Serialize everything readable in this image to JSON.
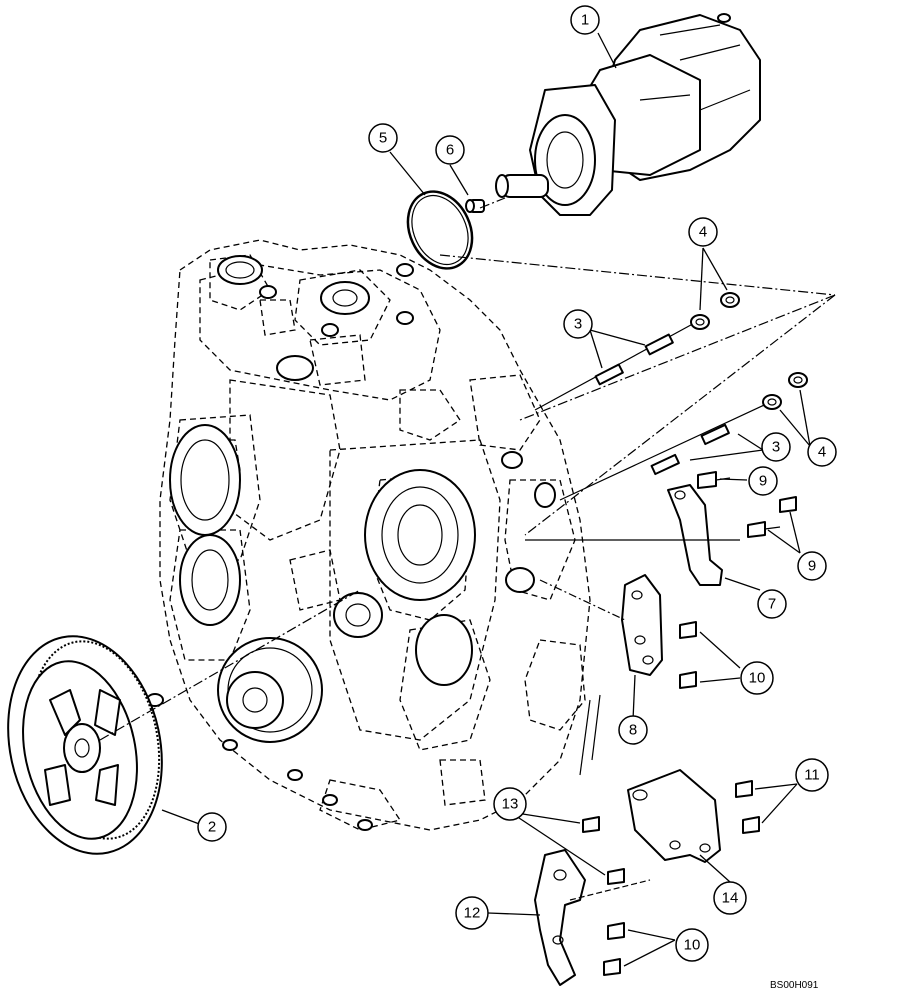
{
  "diagram": {
    "drawing_code": "BS00H091",
    "callouts": [
      {
        "id": "c1",
        "label": "1"
      },
      {
        "id": "c2",
        "label": "2"
      },
      {
        "id": "c3a",
        "label": "3"
      },
      {
        "id": "c3b",
        "label": "3"
      },
      {
        "id": "c4a",
        "label": "4"
      },
      {
        "id": "c4b",
        "label": "4"
      },
      {
        "id": "c5",
        "label": "5"
      },
      {
        "id": "c6",
        "label": "6"
      },
      {
        "id": "c7",
        "label": "7"
      },
      {
        "id": "c8",
        "label": "8"
      },
      {
        "id": "c9a",
        "label": "9"
      },
      {
        "id": "c9b",
        "label": "9"
      },
      {
        "id": "c10a",
        "label": "10"
      },
      {
        "id": "c10b",
        "label": "10"
      },
      {
        "id": "c11",
        "label": "11"
      },
      {
        "id": "c12",
        "label": "12"
      },
      {
        "id": "c13",
        "label": "13"
      },
      {
        "id": "c14",
        "label": "14"
      }
    ]
  }
}
